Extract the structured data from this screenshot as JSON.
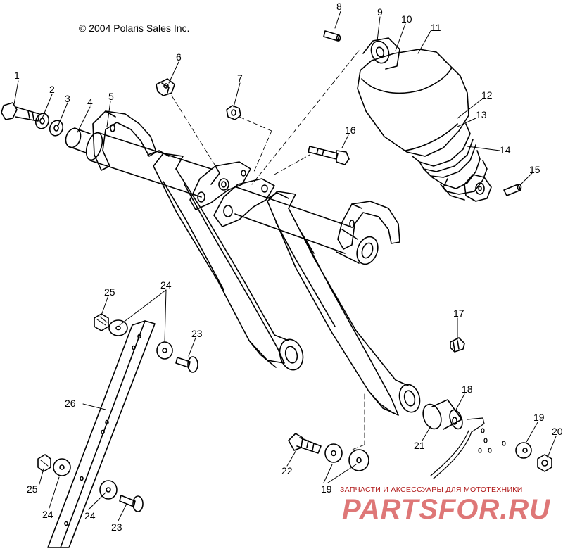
{
  "copyright": "© 2004 Polaris Sales Inc.",
  "watermark": {
    "tagline": "ЗАПЧАСТИ И АКСЕССУАРЫ ДЛЯ МОТОТЕХНИКИ",
    "brand": "PARTSFOR.RU",
    "color": "#d44a4a"
  },
  "callouts": [
    {
      "id": "c1",
      "label": "1"
    },
    {
      "id": "c2",
      "label": "2"
    },
    {
      "id": "c3",
      "label": "3"
    },
    {
      "id": "c4",
      "label": "4"
    },
    {
      "id": "c5",
      "label": "5"
    },
    {
      "id": "c6",
      "label": "6"
    },
    {
      "id": "c7",
      "label": "7"
    },
    {
      "id": "c8",
      "label": "8"
    },
    {
      "id": "c9",
      "label": "9"
    },
    {
      "id": "c10",
      "label": "10"
    },
    {
      "id": "c11",
      "label": "11"
    },
    {
      "id": "c12",
      "label": "12"
    },
    {
      "id": "c13",
      "label": "13"
    },
    {
      "id": "c14",
      "label": "14"
    },
    {
      "id": "c15",
      "label": "15"
    },
    {
      "id": "c16",
      "label": "16"
    },
    {
      "id": "c17",
      "label": "17"
    },
    {
      "id": "c18",
      "label": "18"
    },
    {
      "id": "c19a",
      "label": "19"
    },
    {
      "id": "c19b",
      "label": "19"
    },
    {
      "id": "c20",
      "label": "20"
    },
    {
      "id": "c21",
      "label": "21"
    },
    {
      "id": "c22",
      "label": "22"
    },
    {
      "id": "c23a",
      "label": "23"
    },
    {
      "id": "c23b",
      "label": "23"
    },
    {
      "id": "c24a",
      "label": "24"
    },
    {
      "id": "c24b",
      "label": "24"
    },
    {
      "id": "c24c",
      "label": "24"
    },
    {
      "id": "c25a",
      "label": "25"
    },
    {
      "id": "c25b",
      "label": "25"
    },
    {
      "id": "c26",
      "label": "26"
    }
  ]
}
